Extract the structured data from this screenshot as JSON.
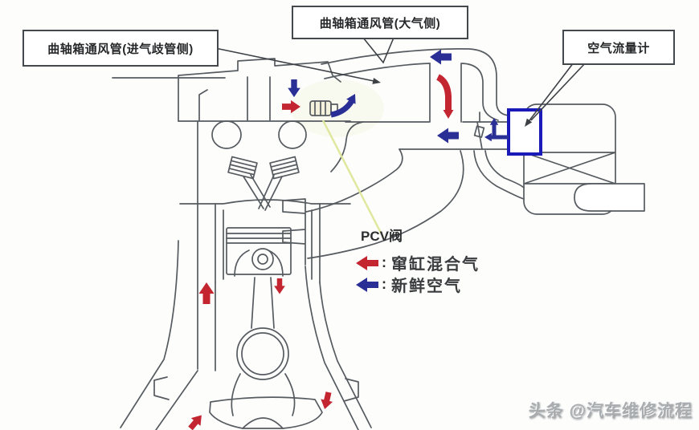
{
  "diagram": {
    "labels": {
      "crankcase_vent_intake": "曲轴箱通风管(进气歧管侧)",
      "crankcase_vent_atmosphere": "曲轴箱通风管(大气侧)",
      "air_flow_meter": "空气流量计",
      "pcv_valve": "PCV阀"
    },
    "legend": [
      {
        "symbol": "red-left-arrow",
        "colon": ":",
        "label": "窜缸混合气",
        "arrow_color": "#c32630"
      },
      {
        "symbol": "blue-left-arrow",
        "colon": ":",
        "label": "新鲜空气",
        "arrow_color": "#2a2f96"
      }
    ],
    "colors": {
      "blowby_red": "#c32630",
      "fresh_air_blue": "#2a2f96",
      "air_flow_meter_box": "#1a1ab8",
      "line_grey": "#565b60",
      "pcv_leader_yellow": "#dfe79b"
    },
    "watermark": "头条 @汽车维修流程"
  }
}
